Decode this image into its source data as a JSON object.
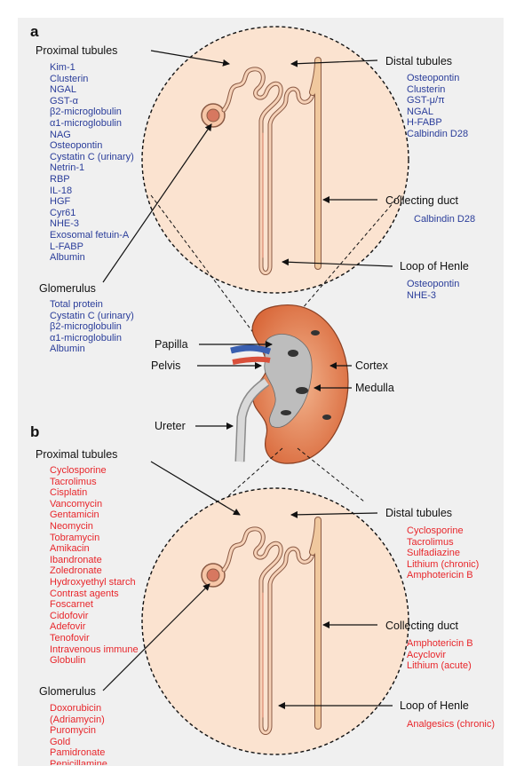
{
  "panel_a": {
    "letter": "a",
    "labels": {
      "proximal": "Proximal tubules",
      "distal": "Distal tubules",
      "collecting": "Collecting duct",
      "loop": "Loop of Henle",
      "glomerulus": "Glomerulus"
    },
    "proximal_list": [
      "Kim-1",
      "Clusterin",
      "NGAL",
      "GST-α",
      "β2-microglobulin",
      "α1-microglobulin",
      "NAG",
      "Osteopontin",
      "Cystatin C (urinary)",
      "Netrin-1",
      "RBP",
      "IL-18",
      "HGF",
      "Cyr61",
      "NHE-3",
      "Exosomal fetuin-A",
      "L-FABP",
      "Albumin"
    ],
    "distal_list": [
      "Osteopontin",
      "Clusterin",
      "GST-μ/π",
      "NGAL",
      "H-FABP",
      "Calbindin D28"
    ],
    "collecting_list": [
      "Calbindin D28"
    ],
    "loop_list": [
      "Osteopontin",
      "NHE-3"
    ],
    "glomerulus_list": [
      "Total protein",
      "Cystatin C (urinary)",
      "β2-microglobulin",
      "α1-microglobulin",
      "Albumin"
    ]
  },
  "kidney_labels": {
    "papilla": "Papilla",
    "pelvis": "Pelvis",
    "ureter": "Ureter",
    "cortex": "Cortex",
    "medulla": "Medulla"
  },
  "panel_b": {
    "letter": "b",
    "labels": {
      "proximal": "Proximal tubules",
      "distal": "Distal tubules",
      "collecting": "Collecting duct",
      "loop": "Loop of Henle",
      "glomerulus": "Glomerulus"
    },
    "proximal_list": [
      "Cyclosporine",
      "Tacrolimus",
      "Cisplatin",
      "Vancomycin",
      "Gentamicin",
      "Neomycin",
      "Tobramycin",
      "Amikacin",
      "Ibandronate",
      "Zoledronate",
      "Hydroxyethyl starch",
      "Contrast agents",
      "Foscarnet",
      "Cidofovir",
      "Adefovir",
      "Tenofovir",
      "Intravenous immune",
      "Globulin"
    ],
    "distal_list": [
      "Cyclosporine",
      "Tacrolimus",
      "Sulfadiazine",
      "Lithium (chronic)",
      "Amphotericin B"
    ],
    "collecting_list": [
      "Amphotericin B",
      "Acyclovir",
      "Lithium (acute)"
    ],
    "loop_list": [
      "Analgesics (chronic)"
    ],
    "glomerulus_list": [
      "Doxorubicin",
      "(Adriamycin)",
      "Puromycin",
      "Gold",
      "Pamidronate",
      "Penicillamine"
    ]
  },
  "colors": {
    "marker_blue": "#2a3d9a",
    "drug_red": "#e8262b",
    "circle_fill": "#fbe3d0",
    "kidney_orange": "#e0855a"
  }
}
